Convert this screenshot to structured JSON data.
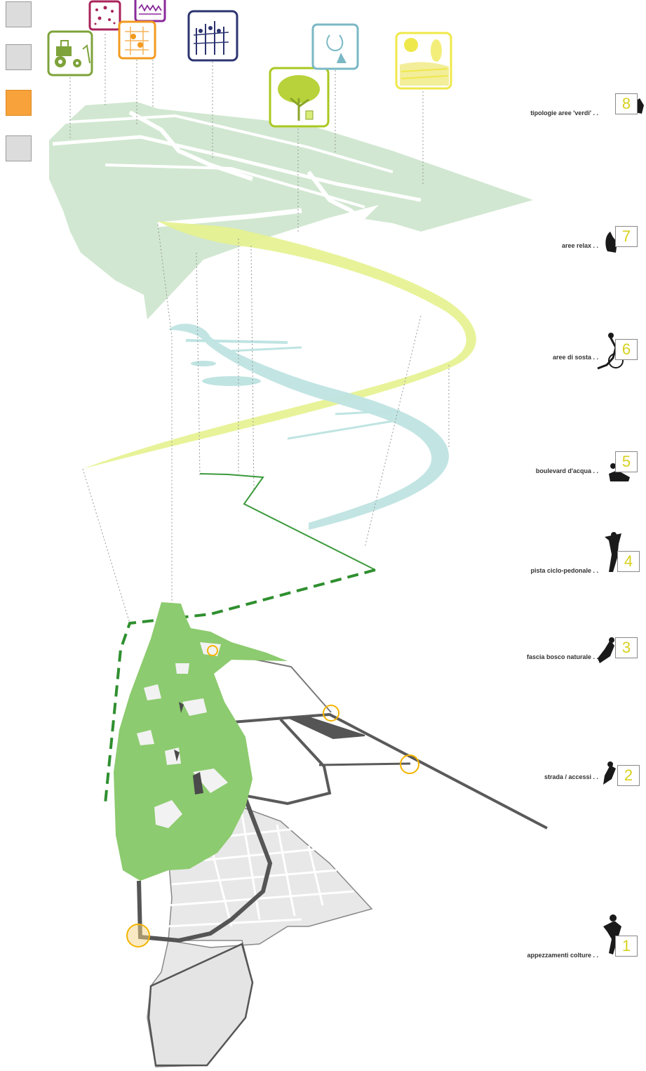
{
  "nav": {
    "squares": [
      {
        "id": "layer-1",
        "active": false
      },
      {
        "id": "layer-2",
        "active": false
      },
      {
        "id": "layer-3",
        "active": true
      },
      {
        "id": "layer-4",
        "active": false
      }
    ],
    "active_color": "#f7a23a",
    "inactive_color": "#dcdcdc"
  },
  "layers": [
    {
      "number": "8",
      "label": "tipologie aree 'verdi' . ."
    },
    {
      "number": "7",
      "label": "aree relax . ."
    },
    {
      "number": "6",
      "label": "aree di sosta . ."
    },
    {
      "number": "5",
      "label": "boulevard d'acqua . ."
    },
    {
      "number": "4",
      "label": "pista ciclo-pedonale . ."
    },
    {
      "number": "3",
      "label": "fascia bosco naturale . ."
    },
    {
      "number": "2",
      "label": "strada / accessi . ."
    },
    {
      "number": "1",
      "label": "appezzamenti colture . ."
    }
  ],
  "icons": [
    {
      "name": "tractor-icon",
      "color": "#7ea33a"
    },
    {
      "name": "scattered-plants-icon",
      "color": "#a8235a"
    },
    {
      "name": "garden-plot-icon",
      "color": "#f29a1f"
    },
    {
      "name": "hedge-icon",
      "color": "#8a2a9a"
    },
    {
      "name": "vineyard-icon",
      "color": "#2c3470"
    },
    {
      "name": "fruit-tree-icon",
      "color": "#a9c820"
    },
    {
      "name": "orchard-water-icon",
      "color": "#7ab8c4"
    },
    {
      "name": "landscape-fields-icon",
      "color": "#efe84a"
    }
  ],
  "colors": {
    "green_layer": "#cfe6cf",
    "lime_ribbon": "#e6f28e",
    "water": "#bfe4e2",
    "forest": "#8ccb6f",
    "path_green": "#3a9a3a",
    "road": "#5a5a5a",
    "access_ring": "#f4b400",
    "number_color": "#d7d11e"
  }
}
